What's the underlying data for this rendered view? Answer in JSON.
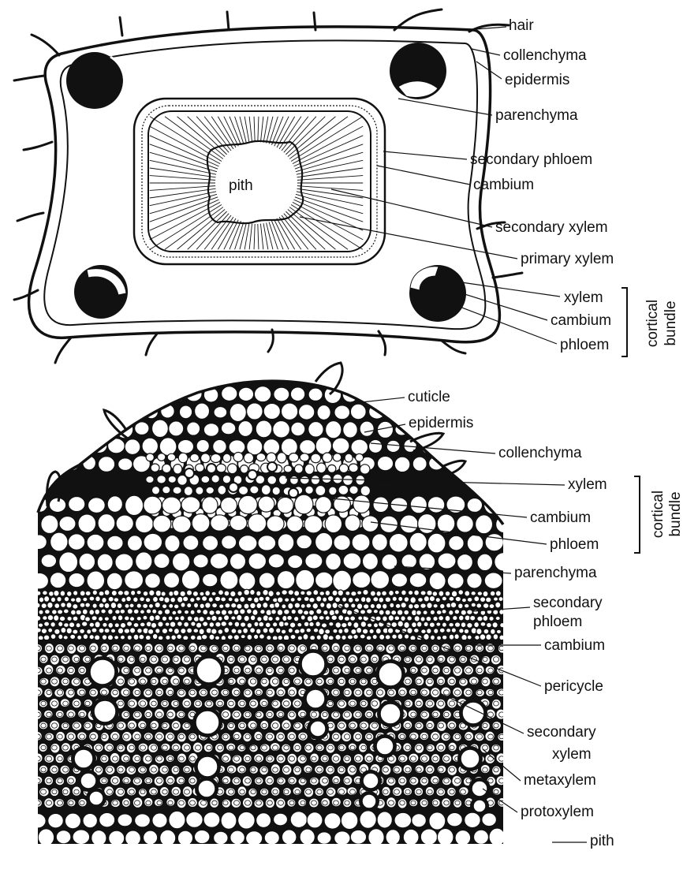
{
  "top_diagram": {
    "pith_label": "pith",
    "labels": [
      "hair",
      "collenchyma",
      "epidermis",
      "parenchyma",
      "secondary phloem",
      "cambium",
      "secondary xylem",
      "primary xylem",
      "xylem",
      "cambium",
      "phloem"
    ],
    "group_label": [
      "cortical",
      "bundle"
    ]
  },
  "bottom_diagram": {
    "labels": [
      "cuticle",
      "epidermis",
      "collenchyma",
      "xylem",
      "cambium",
      "phloem",
      "parenchyma",
      "secondary",
      "phloem",
      "cambium",
      "pericycle",
      "secondary",
      "xylem",
      "metaxylem",
      "protoxylem",
      "pith"
    ],
    "group_label": [
      "cortical",
      "bundle"
    ]
  }
}
